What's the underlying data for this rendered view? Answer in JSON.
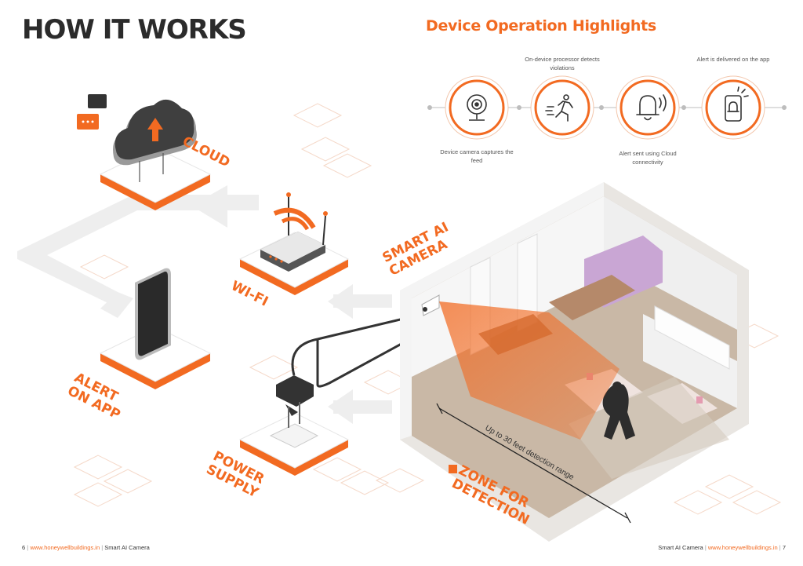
{
  "left_title": "HOW IT WORKS",
  "right_title": "Device Operation Highlights",
  "highlights": [
    {
      "icon": "camera-icon",
      "label": "Device camera captures the feed"
    },
    {
      "icon": "running-person-icon",
      "label": "On-device processor detects violations"
    },
    {
      "icon": "bell-icon",
      "label": "Alert sent using Cloud connectivity"
    },
    {
      "icon": "phone-alert-icon",
      "label": "Alert is delivered on the app"
    }
  ],
  "flow_labels": {
    "cloud": "CLOUD",
    "wifi": "WI-FI",
    "camera": "SMART AI\nCAMERA",
    "alert": "ALERT\nON APP",
    "power": "POWER\nSUPPLY",
    "zone": "ZONE FOR\nDETECTION"
  },
  "range_label": "Up to 30 feet detection range",
  "footer_left": {
    "page": "6",
    "url": "www.honeywellbuildings.in",
    "title": "Smart AI Camera"
  },
  "footer_right": {
    "title": "Smart AI Camera",
    "url": "www.honeywellbuildings.in",
    "page": "7"
  },
  "colors": {
    "accent": "#f26a21",
    "title": "#2b2b2b",
    "tile": "#f1f1f1"
  }
}
